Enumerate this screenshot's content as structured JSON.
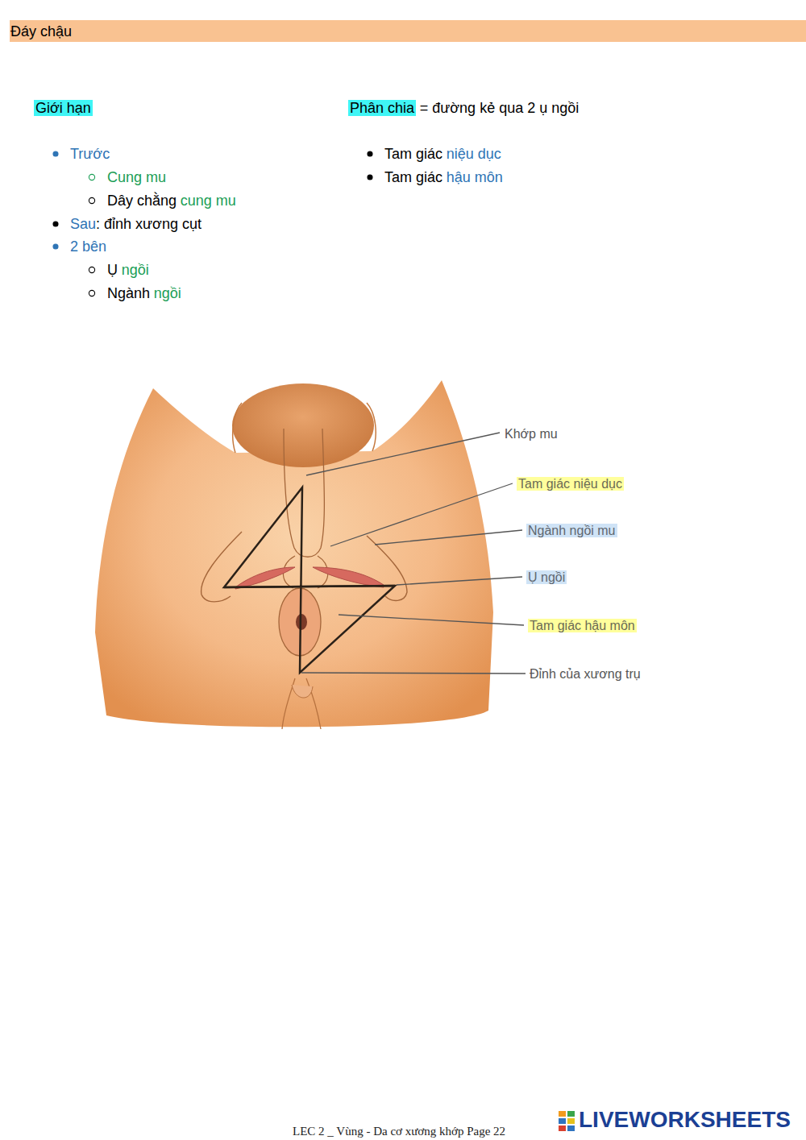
{
  "diagram": {
    "title": "Đáy chậu",
    "labels": [
      "Giới hạn",
      "Phân chia",
      "= đường kẻ qua 2 ụ ngồi",
      "Trước",
      "Cung mu",
      "Dây chằng",
      "cung mu",
      "Sau",
      ": đỉnh xương cụt",
      "2 bên",
      "Ụ",
      "ngồi",
      "Ngành",
      "ngồi",
      "Tam giác",
      "niệu dục",
      "Tam giác",
      "hậu môn",
      "Khớp mu",
      "Tam giác niệu dục",
      "Ngành ngồi mu",
      "Ụ ngồi",
      "Tam giác hậu môn",
      "Đỉnh của xương trụ",
      "LEC 2 _ Vùng - Da cơ xương khớp Page 22",
      "LIVEWORKSHEETS"
    ]
  }
}
